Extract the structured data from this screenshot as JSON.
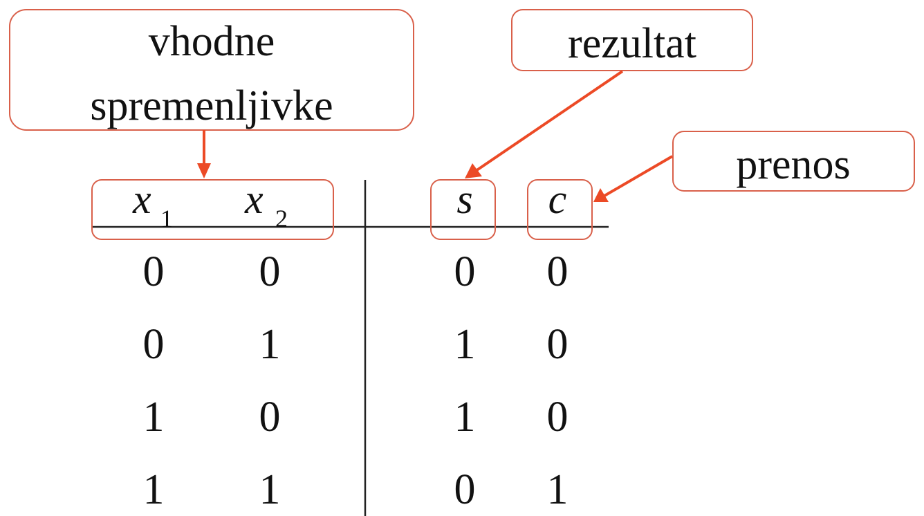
{
  "callouts": {
    "inputs": {
      "line1": "vhodne",
      "line2": "spremenljivke"
    },
    "result": "rezultat",
    "carry": "prenos"
  },
  "table": {
    "headers": {
      "x1": "x",
      "x1_sub": "1",
      "x2": "x",
      "x2_sub": "2",
      "s": "s",
      "c": "c"
    },
    "rows": [
      [
        "0",
        "0",
        "0",
        "0"
      ],
      [
        "0",
        "1",
        "1",
        "0"
      ],
      [
        "1",
        "0",
        "1",
        "0"
      ],
      [
        "1",
        "1",
        "0",
        "1"
      ]
    ]
  },
  "colors": {
    "accent": "#ec4a26",
    "box_border": "#d9604a"
  }
}
